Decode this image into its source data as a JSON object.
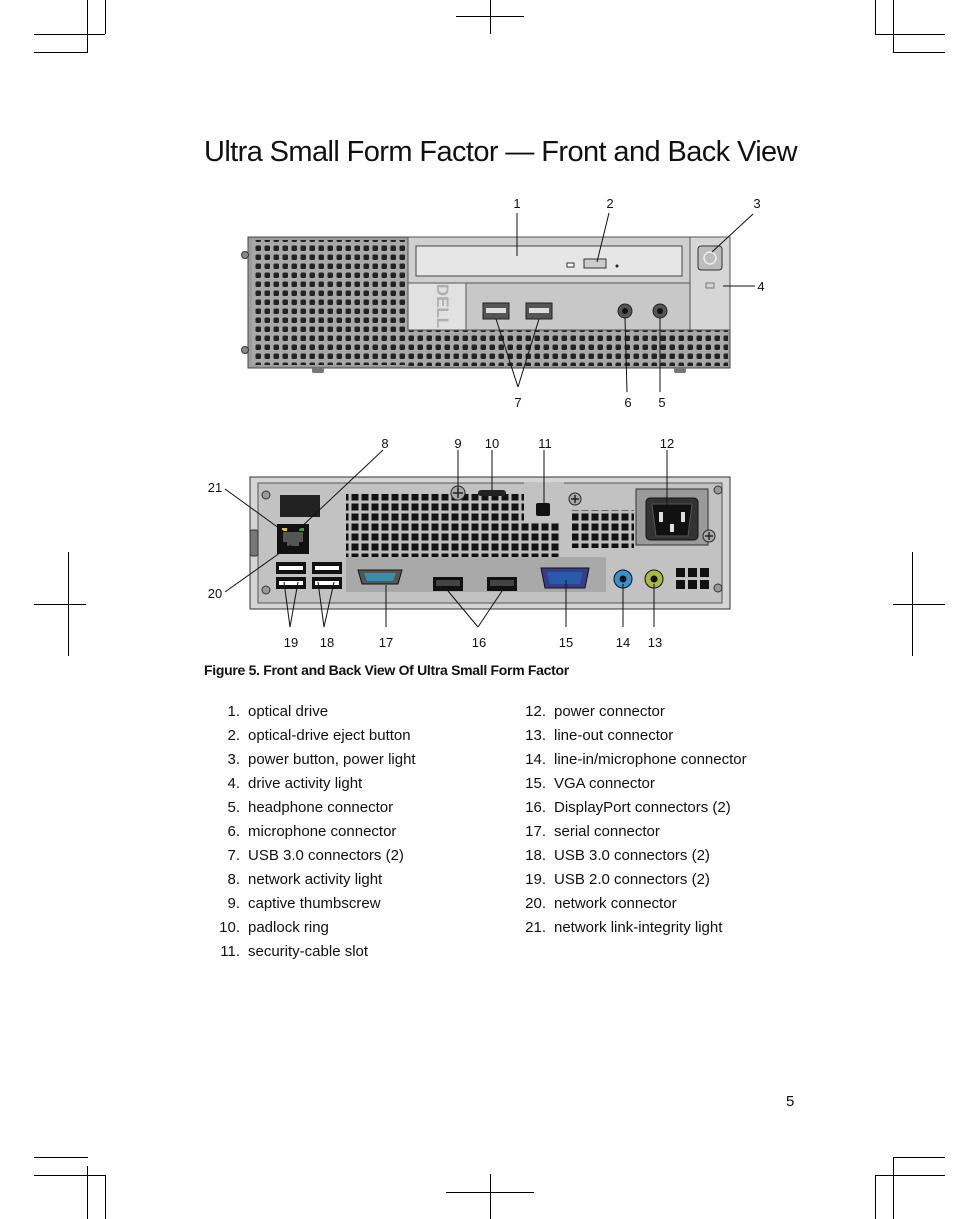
{
  "page": {
    "title": "Ultra Small Form Factor — Front and Back View",
    "caption": "Figure 5. Front and Back View Of Ultra Small Form Factor",
    "page_number": "5"
  },
  "figure": {
    "brand_logo": "DELL",
    "front_callouts": [
      "1",
      "2",
      "3",
      "4",
      "5",
      "6",
      "7"
    ],
    "back_callouts": [
      "8",
      "9",
      "10",
      "11",
      "12",
      "13",
      "14",
      "15",
      "16",
      "17",
      "18",
      "19",
      "20",
      "21"
    ]
  },
  "legend": {
    "left": [
      {
        "num": "1.",
        "text": "optical drive"
      },
      {
        "num": "2.",
        "text": "optical-drive eject button"
      },
      {
        "num": "3.",
        "text": "power button, power light"
      },
      {
        "num": "4.",
        "text": "drive activity light"
      },
      {
        "num": "5.",
        "text": "headphone connector"
      },
      {
        "num": "6.",
        "text": "microphone connector"
      },
      {
        "num": "7.",
        "text": "USB 3.0 connectors (2)"
      },
      {
        "num": "8.",
        "text": "network activity light"
      },
      {
        "num": "9.",
        "text": "captive thumbscrew"
      },
      {
        "num": "10.",
        "text": "padlock ring"
      },
      {
        "num": "11.",
        "text": "security-cable slot"
      }
    ],
    "right": [
      {
        "num": "12.",
        "text": "power connector"
      },
      {
        "num": "13.",
        "text": "line-out connector"
      },
      {
        "num": "14.",
        "text": "line-in/microphone connector"
      },
      {
        "num": "15.",
        "text": "VGA connector"
      },
      {
        "num": "16.",
        "text": "DisplayPort connectors (2)"
      },
      {
        "num": "17.",
        "text": "serial connector"
      },
      {
        "num": "18.",
        "text": "USB 3.0 connectors (2)"
      },
      {
        "num": "19.",
        "text": "USB 2.0 connectors (2)"
      },
      {
        "num": "20.",
        "text": "network connector"
      },
      {
        "num": "21.",
        "text": "network link-integrity light"
      }
    ]
  }
}
